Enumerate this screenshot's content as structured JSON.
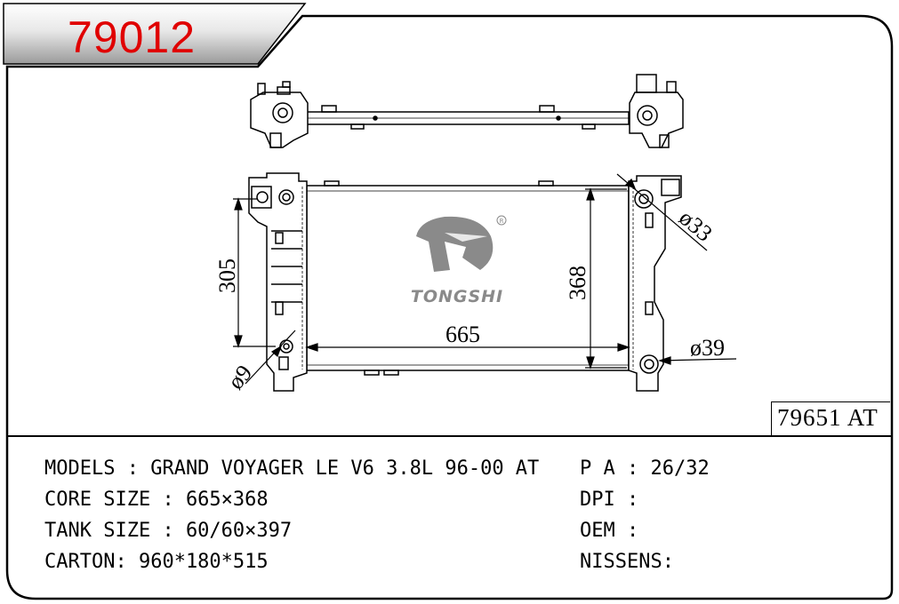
{
  "header": {
    "part_number": "79012"
  },
  "reference": {
    "code": "79651 AT"
  },
  "drawing": {
    "dimensions": {
      "tank_height": "305",
      "core_height": "368",
      "core_width": "665",
      "inlet_diameter": "ø33",
      "outlet_diameter": "ø39",
      "drain_diameter": "ø9"
    },
    "logo": {
      "brand": "TONGSHI",
      "registered_mark": "R"
    }
  },
  "specs": {
    "left": [
      "MODELS : GRAND VOYAGER LE V6 3.8L 96-00 AT",
      "CORE SIZE : 665×368",
      "TANK SIZE : 60/60×397",
      "CARTON: 960*180*515"
    ],
    "right": [
      "P A : 26/32",
      "DPI :",
      "OEM :",
      "NISSENS:"
    ]
  }
}
